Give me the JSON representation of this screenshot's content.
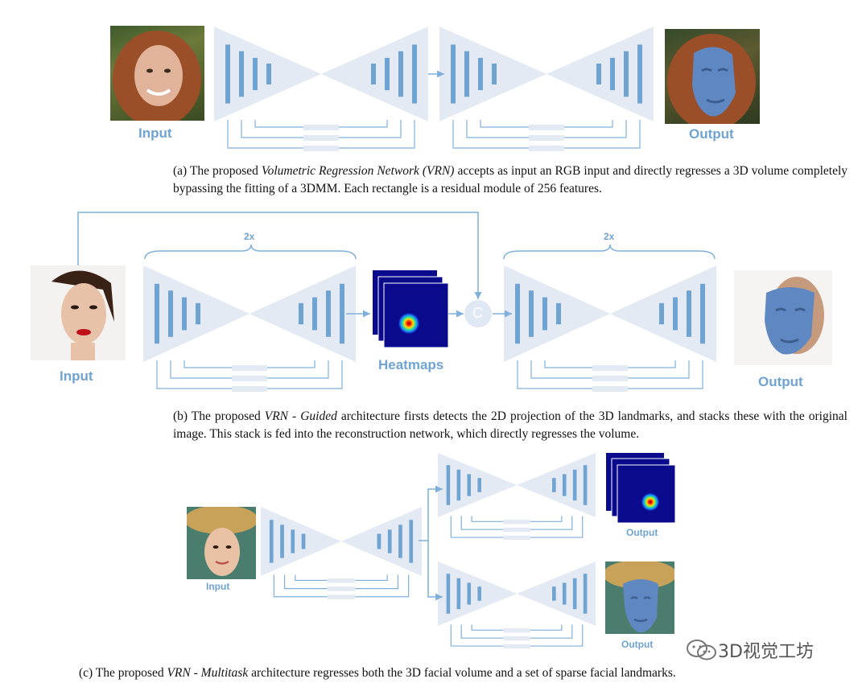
{
  "panel_a": {
    "input_label": "Input",
    "output_label": "Output",
    "caption_prefix": "(a) The proposed ",
    "caption_italic": "Volumetric Regression Network (VRN)",
    "caption_suffix": " accepts as input an RGB input and directly regresses a 3D volume completely bypassing the fitting of a 3DMM. Each rectangle is a residual module of 256 features."
  },
  "panel_b": {
    "input_label": "Input",
    "output_label": "Output",
    "heatmaps_label": "Heatmaps",
    "repeat_label_1": "2x",
    "repeat_label_2": "2x",
    "concat_label": "C",
    "caption_prefix": "(b) The proposed ",
    "caption_italic_1": "VRN",
    "caption_mid": " - ",
    "caption_italic_2": "Guided",
    "caption_suffix": " architecture firsts detects the 2D projection of the 3D landmarks, and stacks these with the original image. This stack is fed into the reconstruction network, which directly regresses the volume."
  },
  "panel_c": {
    "input_label": "Input",
    "output_label_top": "Output",
    "output_label_bottom": "Output",
    "caption_prefix": "(c) The proposed ",
    "caption_italic_1": "VRN",
    "caption_mid": " - ",
    "caption_italic_2": "Multitask",
    "caption_suffix": " architecture regresses both the 3D facial volume and a set of sparse facial landmarks."
  },
  "watermark": {
    "text": "3D视觉工坊",
    "icon": "wechat-icon"
  },
  "colors": {
    "hourglass_fill": "#e4eaf3",
    "bar": "#6fa3d2",
    "arrow": "#7fb0dc",
    "label": "#6fa3d2",
    "heatmap_bg": "#0a0a8c"
  }
}
